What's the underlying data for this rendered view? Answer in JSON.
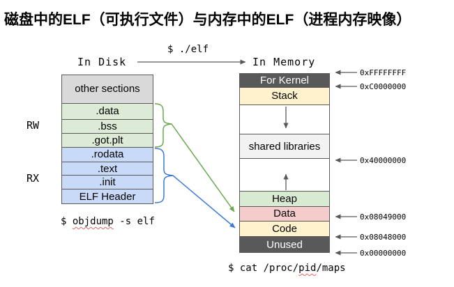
{
  "title": "磁盘中的ELF（可执行文件）与内存中的ELF（进程内存映像）",
  "run_command": "$ ./elf",
  "colors": {
    "border_gray": "#595959",
    "dark_region": "#595959",
    "disk_other_gray": "#d9d9d9",
    "disk_rw_green": "#dcead6",
    "disk_rx_blue": "#c9daf8",
    "mem_stack_code_yellow": "#fff2cc",
    "mem_shared_gray": "#f2f2f2",
    "mem_heap_green": "#d9ead3",
    "mem_data_pink": "#f4cccc",
    "accent_green": "#6aa84f",
    "accent_blue": "#3c78d8",
    "squiggle_red": "#e06666"
  },
  "disk": {
    "heading": "In Disk",
    "group_labels": {
      "rw": "RW",
      "rx": "RX"
    },
    "rows": [
      {
        "label": "other sections"
      },
      {
        "label": ".data"
      },
      {
        "label": ".bss"
      },
      {
        "label": ".got.plt"
      },
      {
        "label": ".rodata"
      },
      {
        "label": ".text"
      },
      {
        "label": ".init"
      },
      {
        "label": "ELF Header"
      }
    ],
    "command": {
      "prefix": "$ ",
      "misspelled": "objdump",
      "suffix": " -s elf"
    }
  },
  "memory": {
    "heading": "In Memory",
    "rows": [
      {
        "label": "For Kernel"
      },
      {
        "label": "Stack"
      },
      {
        "label": ""
      },
      {
        "label": "shared libraries"
      },
      {
        "label": ""
      },
      {
        "label": "Heap"
      },
      {
        "label": "Data"
      },
      {
        "label": "Code"
      },
      {
        "label": "Unused"
      }
    ],
    "addresses": [
      {
        "label": "0xFFFFFFFF"
      },
      {
        "label": "0xC0000000"
      },
      {
        "label": "0x40000000"
      },
      {
        "label": "0x08049000"
      },
      {
        "label": "0x08048000"
      },
      {
        "label": "0x00000000"
      }
    ],
    "command": {
      "prefix": "$ cat /proc/",
      "misspelled": "pid",
      "suffix": "/maps"
    }
  }
}
